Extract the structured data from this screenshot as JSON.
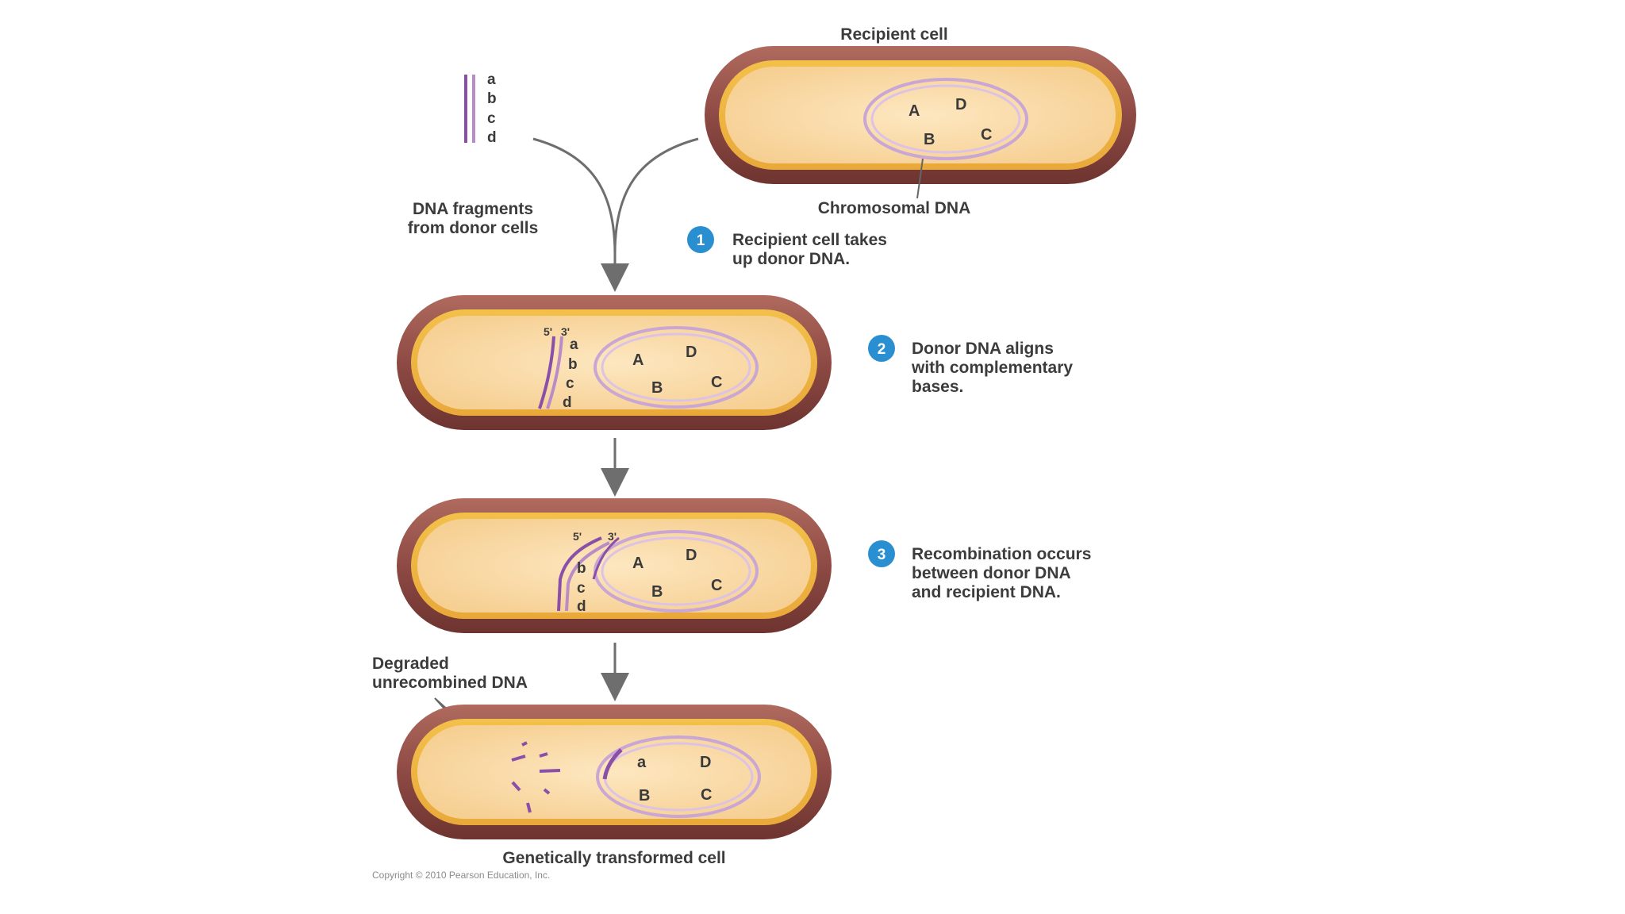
{
  "labels": {
    "recipient_cell": "Recipient cell",
    "chromosomal_dna": "Chromosomal DNA",
    "dna_fragments_line1": "DNA fragments",
    "dna_fragments_line2": "from donor cells",
    "degraded_line1": "Degraded",
    "degraded_line2": "unrecombined DNA",
    "transformed": "Genetically transformed cell",
    "copyright": "Copyright © 2010 Pearson Education, Inc."
  },
  "steps": [
    {
      "number": "1",
      "lines": [
        "Recipient cell takes",
        "up donor DNA."
      ]
    },
    {
      "number": "2",
      "lines": [
        "Donor DNA aligns",
        "with complementary",
        "bases."
      ]
    },
    {
      "number": "3",
      "lines": [
        "Recombination occurs",
        "between donor DNA",
        "and recipient DNA."
      ]
    }
  ],
  "donor_genes": [
    "a",
    "b",
    "c",
    "d"
  ],
  "chromosome_genes": [
    "A",
    "D",
    "B",
    "C"
  ],
  "transformed_genes": [
    "a",
    "D",
    "B",
    "C"
  ],
  "strand_ends": {
    "five": "5'",
    "three": "3'"
  },
  "colors": {
    "cell_outer": "#8e4a44",
    "cell_inner": "#f6cf92",
    "chromosome": "#c9a6d4",
    "donor_dna": "#8a4fa8",
    "step_badge": "#2a8fd0",
    "arrow": "#6e6e6e"
  }
}
